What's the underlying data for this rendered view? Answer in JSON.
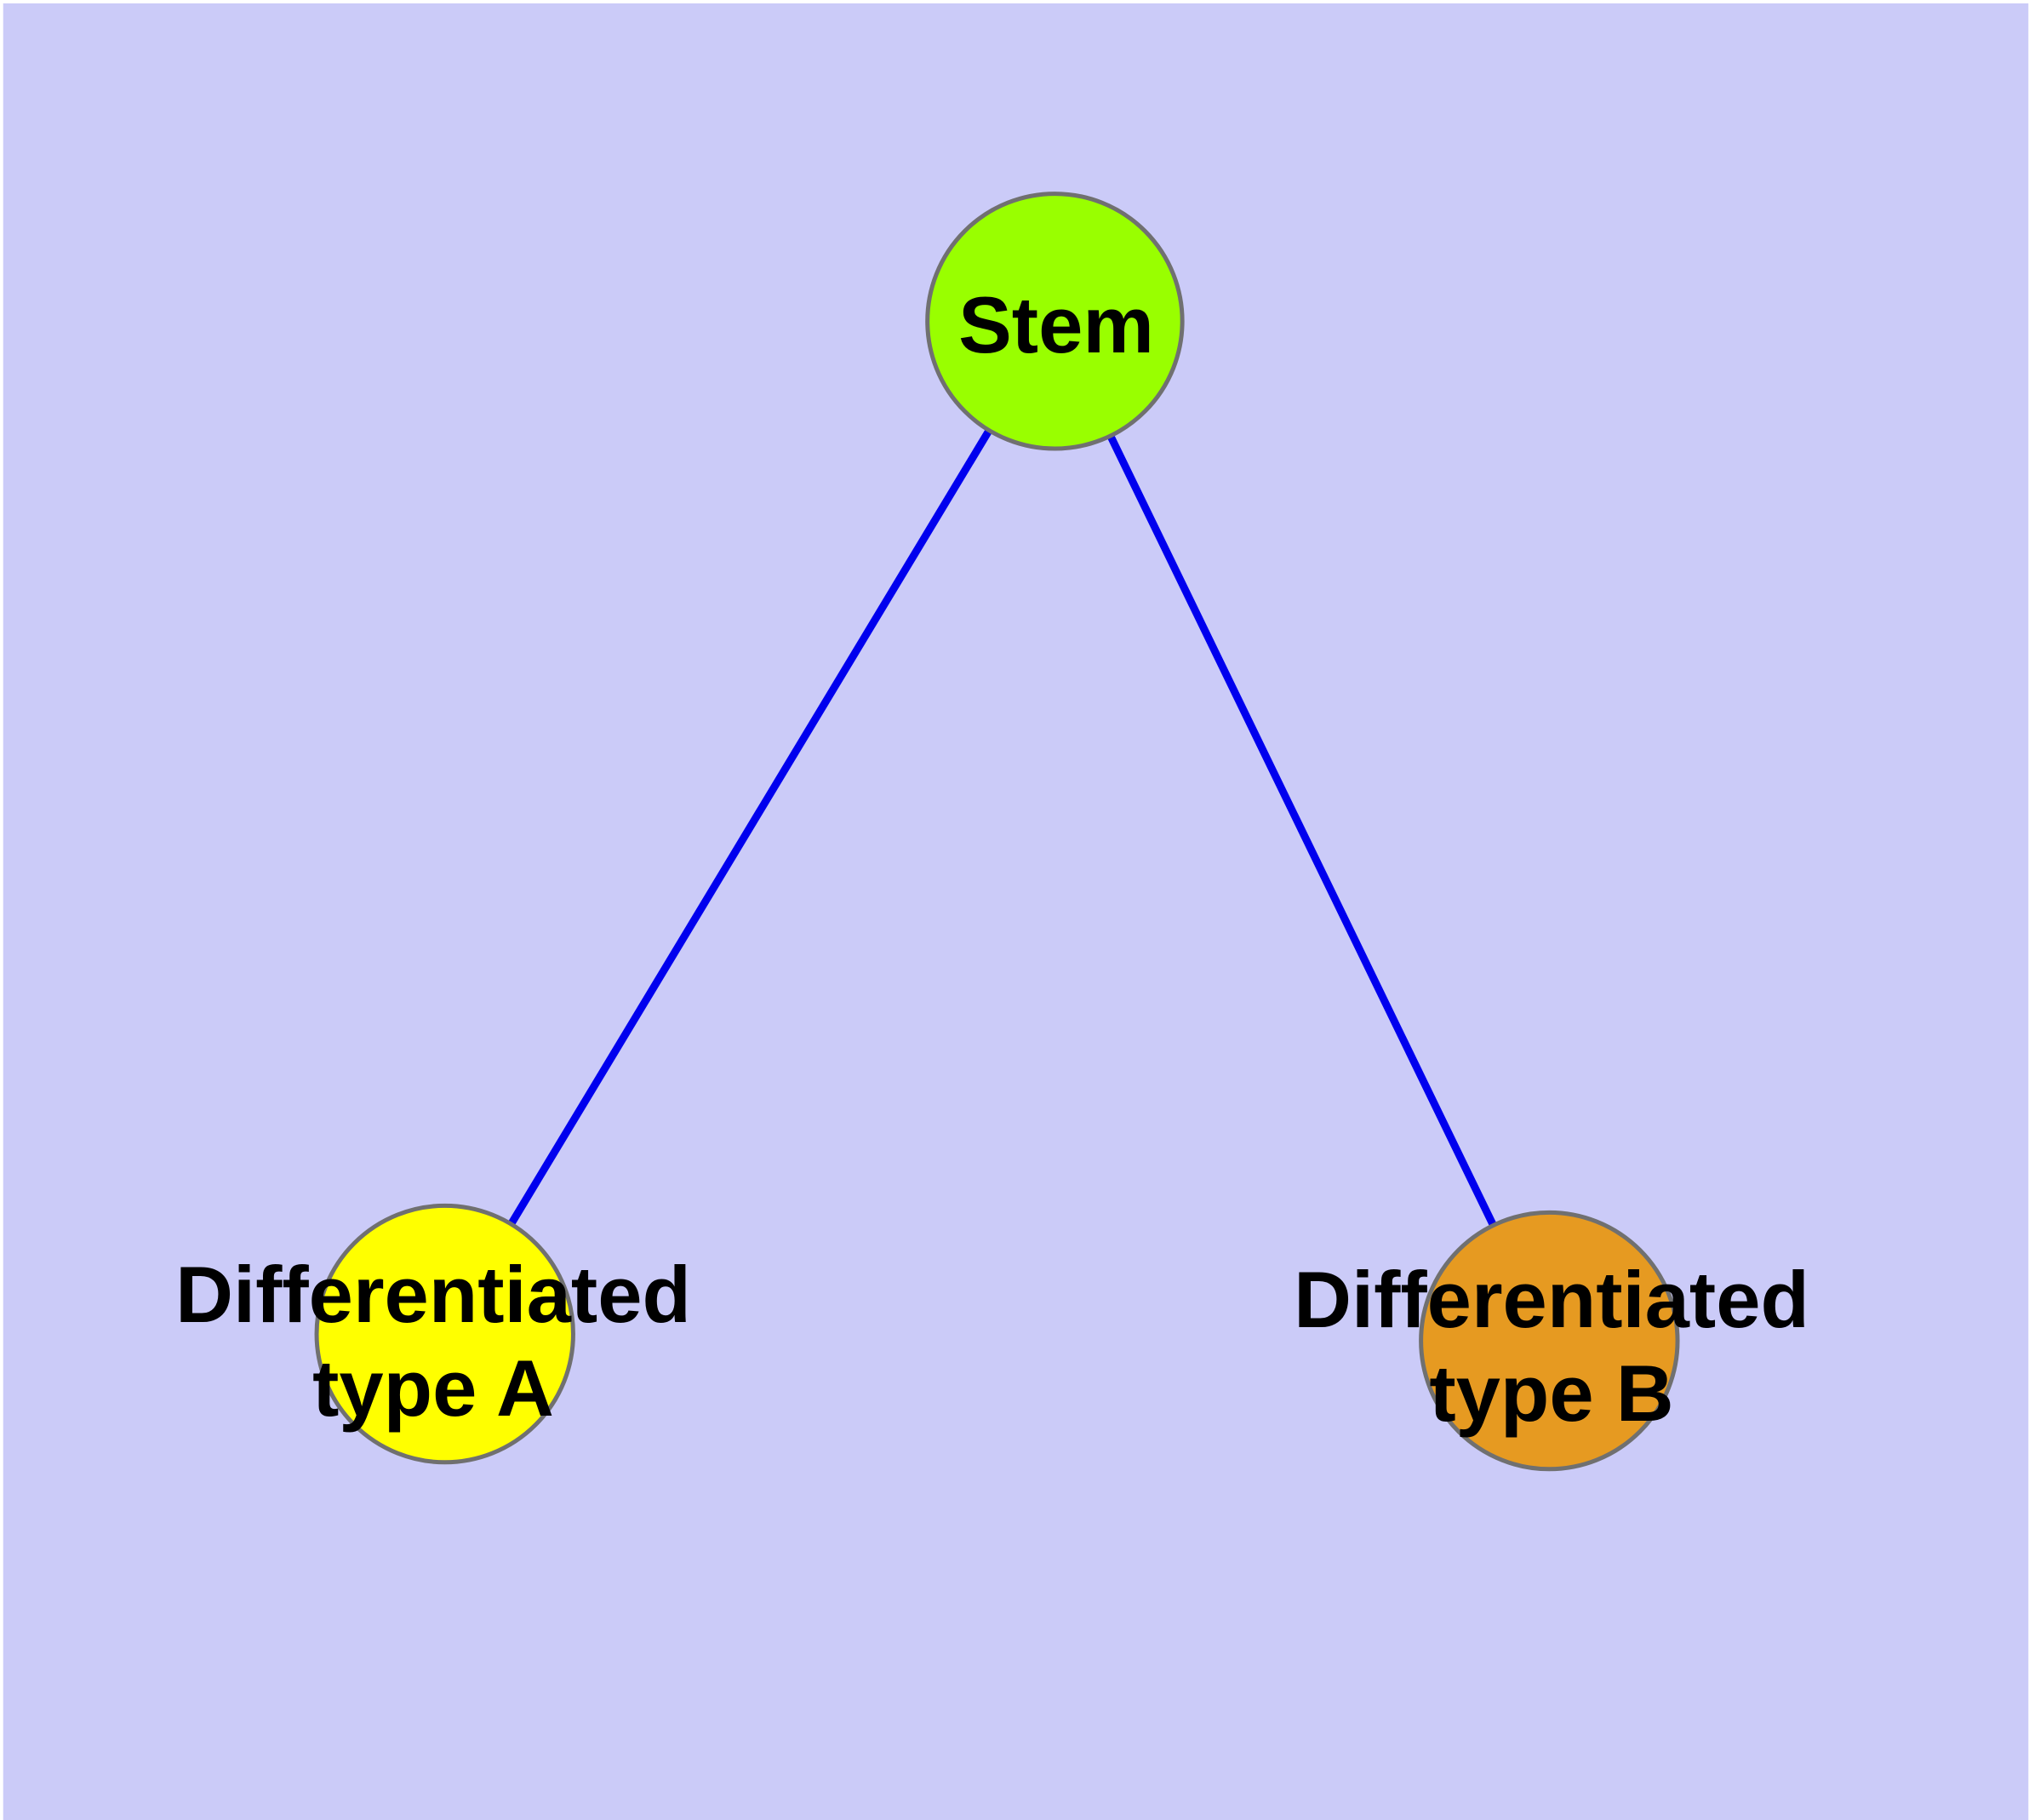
{
  "diagram": {
    "title": "",
    "background_color": "#CBCBF8",
    "edge_color": "#0000EE",
    "node_border_color": "#707070",
    "text_color": "#000000",
    "nodes": [
      {
        "id": "stem",
        "label": "Stem",
        "fill": "#99FF00"
      },
      {
        "id": "type-a",
        "label": "Differentiated\ntype A",
        "fill": "#FFFF00"
      },
      {
        "id": "type-b",
        "label": "Differentiated\ntype B",
        "fill": "#E69A21"
      }
    ],
    "edges": [
      {
        "from": "stem",
        "to": "type-a"
      },
      {
        "from": "stem",
        "to": "type-b"
      }
    ]
  }
}
